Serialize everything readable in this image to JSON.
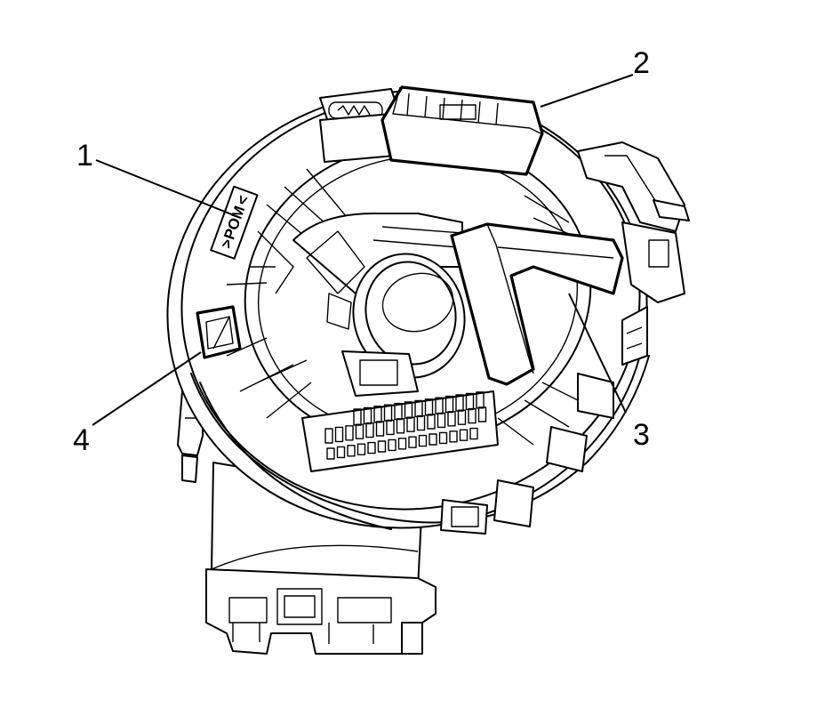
{
  "callouts": [
    {
      "id": "1",
      "label": "1"
    },
    {
      "id": "2",
      "label": "2"
    },
    {
      "id": "3",
      "label": "3"
    },
    {
      "id": "4",
      "label": "4"
    }
  ],
  "molded_marking": "POM",
  "colors": {
    "line": "#000000",
    "background": "#ffffff"
  }
}
